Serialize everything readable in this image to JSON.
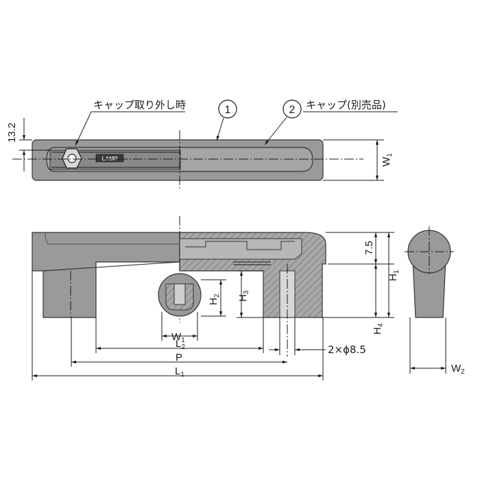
{
  "callouts": {
    "cap_removed": "キャップ取り外し時",
    "cap_separate": "キャップ(別売品)",
    "item1": "1",
    "item2": "2"
  },
  "logo_text": "LAMP",
  "dims": {
    "d13_2": "13.2",
    "w1_top": "W",
    "w1_top_sub": "1",
    "d7_5": "7.5",
    "h1": "H",
    "h1_sub": "1",
    "h2": "H",
    "h2_sub": "2",
    "h3": "H",
    "h3_sub": "3",
    "h4": "H",
    "h4_sub": "4",
    "w1": "W",
    "w1_sub": "1",
    "l2": "L",
    "l2_sub": "2",
    "p": "P",
    "l1": "L",
    "l1_sub": "1",
    "holes": "2×ϕ8.5",
    "w2": "W",
    "w2_sub": "2"
  },
  "colors": {
    "body": "#9a9a9a",
    "body_light": "#b7b7b7",
    "line": "#1a1a1a"
  }
}
